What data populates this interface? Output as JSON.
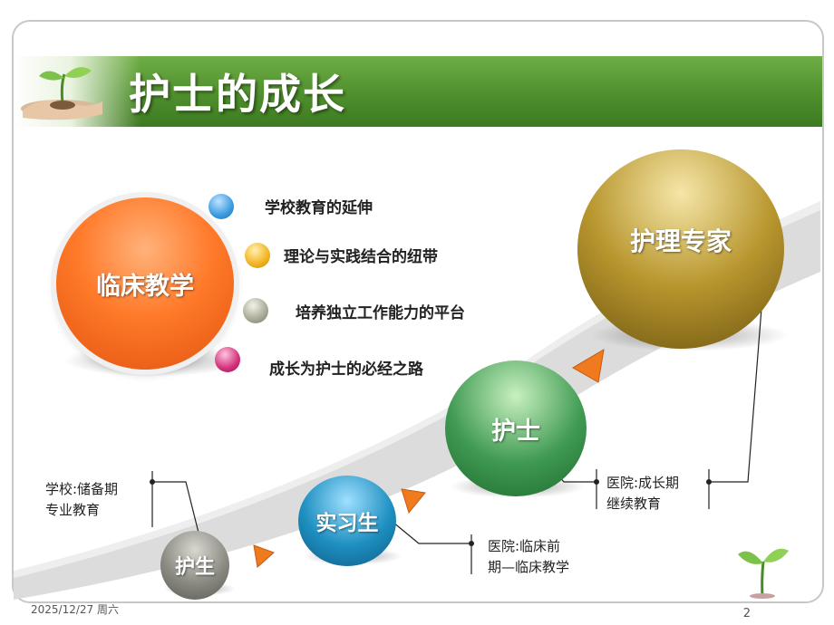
{
  "slide": {
    "title": "护士的成长",
    "center_label": "临床教学",
    "bullets": [
      {
        "text": "学校教育的延伸",
        "color": "#3a9be0"
      },
      {
        "text": "理论与实践结合的纽带",
        "color": "#f2b320"
      },
      {
        "text": "培养独立工作能力的平台",
        "color": "#9a9a88"
      },
      {
        "text": "成长为护士的必经之路",
        "color": "#d2307a"
      }
    ],
    "stages": [
      {
        "label": "护生",
        "color": "#8a8a82"
      },
      {
        "label": "实习生",
        "color": "#1e8fc0"
      },
      {
        "label": "护士",
        "color": "#3f9a52"
      },
      {
        "label": "护理专家",
        "color": "#b8962e"
      }
    ],
    "notes": {
      "school_line1": "学校:储备期",
      "school_line2": "专业教育",
      "intern_line1": "医院:临床前",
      "intern_line2": "期—临床教学",
      "nurse_line1": "医院:成长期",
      "nurse_line2": "继续教育"
    },
    "accent_orange": "#f07a1e",
    "banner_green": "#4f8f2d"
  },
  "footer": {
    "date": "2025/12/27 周六",
    "page": "2"
  }
}
